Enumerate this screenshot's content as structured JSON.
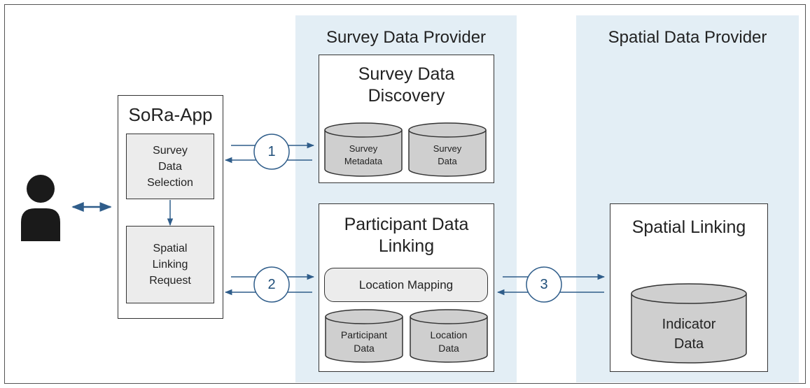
{
  "zones": {
    "survey_provider": "Survey Data Provider",
    "spatial_provider": "Spatial Data Provider"
  },
  "sora_app": {
    "title": "SoRa-App",
    "survey_selection": "Survey\nData\nSelection",
    "spatial_request": "Spatial\nLinking\nRequest"
  },
  "survey_discovery": {
    "title": "Survey Data\nDiscovery",
    "survey_metadata": "Survey\nMetadata",
    "survey_data": "Survey\nData"
  },
  "participant_linking": {
    "title": "Participant Data\nLinking",
    "location_mapping": "Location Mapping",
    "participant_data": "Participant\nData",
    "location_data": "Location\nData"
  },
  "spatial_linking": {
    "title": "Spatial Linking",
    "indicator_data": "Indicator\nData"
  },
  "steps": [
    "1",
    "2",
    "3"
  ],
  "colors": {
    "arrow": "#2f5d8a",
    "zone_fill": "#e3eef5",
    "gray_fill": "#ececec",
    "cylinder_fill": "#cfcfcf"
  },
  "icons": {
    "user": "user-silhouette-icon"
  }
}
